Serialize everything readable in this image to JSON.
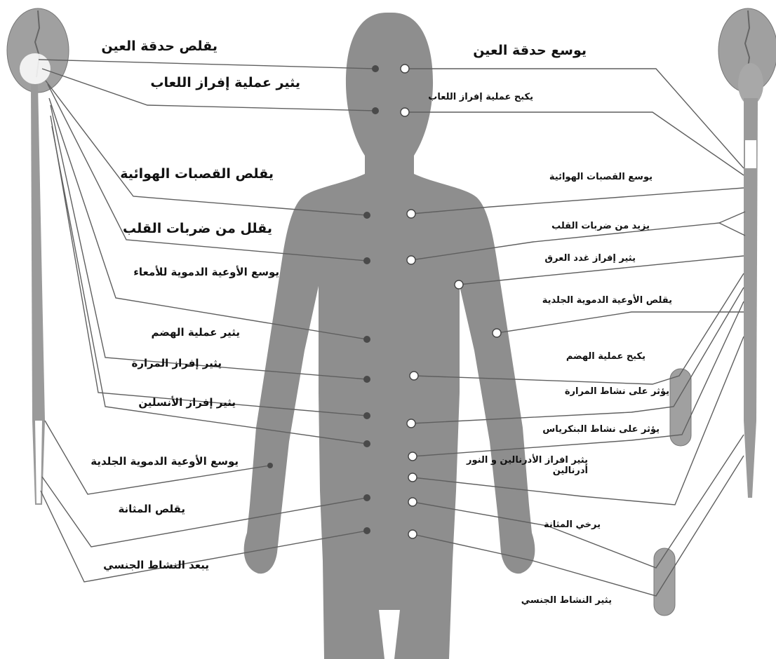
{
  "colors": {
    "body": "#8e8e8e",
    "cord": "#9a9a9a",
    "line": "#5f5f5f",
    "dot_dark": "#4a4a4a",
    "dot_light": "#ffffff"
  },
  "left_labels": [
    {
      "id": "L1",
      "text": "يقلص حدقة العين"
    },
    {
      "id": "L2",
      "text": "يثير عملية إفراز اللعاب"
    },
    {
      "id": "L3",
      "text": "يقلص القصبات الهوائية"
    },
    {
      "id": "L4",
      "text": "يقلل من ضربات القلب"
    },
    {
      "id": "L5",
      "text": "يوسع الأوعية الدموية للأمعاء"
    },
    {
      "id": "L6",
      "text": "يثير عملية الهضم"
    },
    {
      "id": "L7",
      "text": "يثير إفراز المرارة"
    },
    {
      "id": "L8",
      "text": "يثير إفراز الأنسلين"
    },
    {
      "id": "L9",
      "text": "يوسع الأوعية الدموية الجلدية"
    },
    {
      "id": "L10",
      "text": "يقلص المثانة"
    },
    {
      "id": "L11",
      "text": "يبعد النشاط الجنسي"
    }
  ],
  "right_labels": [
    {
      "id": "R1",
      "text": "يوسع حدقة العين"
    },
    {
      "id": "R2",
      "text": "يكبح عملية إفراز اللعاب"
    },
    {
      "id": "R3",
      "text": "يوسع القصبات الهوائية"
    },
    {
      "id": "R4",
      "text": "يزيد من ضربات القلب"
    },
    {
      "id": "R5",
      "text": "يثير إفراز غدد العرق"
    },
    {
      "id": "R6",
      "text": "يقلص الأوعية الدموية الجلدية"
    },
    {
      "id": "R7",
      "text": "يكبح عملية الهضم"
    },
    {
      "id": "R8",
      "text": "يؤثر على نشاط المرارة"
    },
    {
      "id": "R9",
      "text": "يؤثر على نشاط البنكرياس"
    },
    {
      "id": "R10",
      "text": "يثير افراز الأدرنالين و النور أدرنالين"
    },
    {
      "id": "R11",
      "text": "يرخي المثانة"
    },
    {
      "id": "R12",
      "text": "يثير النشاط الجنسي"
    }
  ]
}
